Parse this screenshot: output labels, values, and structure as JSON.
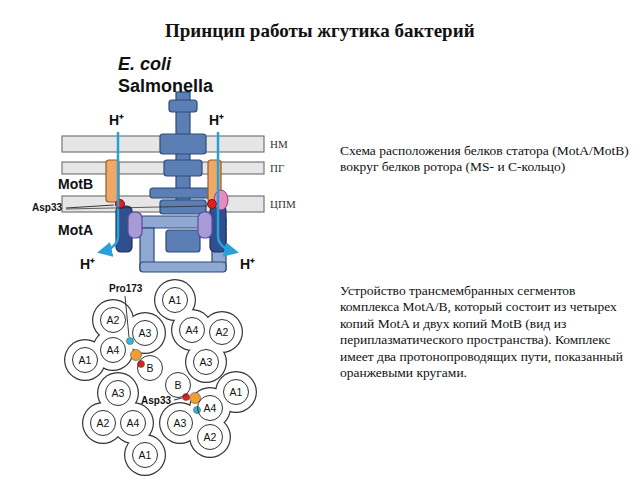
{
  "diagram": {
    "title": "Принцип работы жгутика бактерий",
    "nodes": [
      {
        "text": [
          "A1"
        ]
      },
      {
        "text": [
          "A2"
        ]
      },
      {
        "text": [
          "A3"
        ]
      },
      {
        "text": [
          "A4"
        ]
      },
      {
        "text": [
          "A2"
        ]
      },
      {
        "text": [
          "A4"
        ]
      },
      {
        "text": [
          "A1"
        ]
      },
      {
        "text": [
          "A3"
        ]
      },
      {
        "text": [
          "B"
        ]
      },
      {
        "text": [
          "B"
        ]
      },
      {
        "text": [
          "A1"
        ]
      },
      {
        "text": [
          "A3"
        ]
      },
      {
        "text": [
          "A4"
        ]
      },
      {
        "text": [
          "A2"
        ]
      },
      {
        "text": [
          "A4"
        ]
      },
      {
        "text": [
          "A3"
        ]
      },
      {
        "text": [
          "A2"
        ]
      },
      {
        "text": [
          "A1"
        ]
      }
    ],
    "labels": [
      "E. coli",
      "Salmonella",
      "H⁺",
      "H⁺",
      "НМ",
      "ПГ",
      "MotB",
      "Asp33",
      "ЦПМ",
      "MotA",
      "H⁺",
      "H⁺",
      "Схема расположения белков статора (MotA/MotB) вокруг белков ротора (MS- и C-кольцо)",
      "Pro173",
      "Asp33",
      "Устройство трансмембранных сегментов комплекса MotA/B, который состоит из четырех копий MotA и двух копий MotB (вид из периплазматического пространства). Комплекс имеет два протонопроводящих пути, показанный оранжевыми кругами."
    ]
  }
}
